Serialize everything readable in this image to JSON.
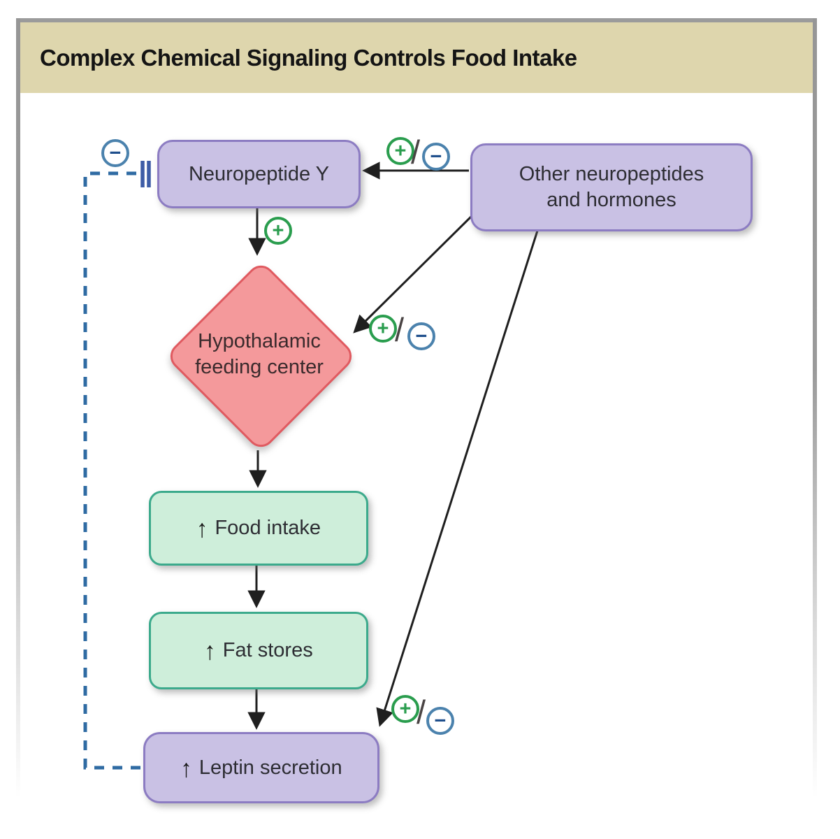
{
  "title": "Complex Chemical Signaling Controls Food Intake",
  "symbols": {
    "plus": "+",
    "minus": "−",
    "slash": "/",
    "up_arrow": "↑"
  },
  "nodes": {
    "neuropeptide_y": {
      "label": "Neuropeptide Y"
    },
    "other_neuropeptides": {
      "label_line1": "Other neuropeptides",
      "label_line2": "and hormones"
    },
    "hypothalamic_feeding_center": {
      "label_line1": "Hypothalamic",
      "label_line2": "feeding center"
    },
    "food_intake": {
      "label": "Food intake"
    },
    "fat_stores": {
      "label": "Fat stores"
    },
    "leptin_secretion": {
      "label": "Leptin secretion"
    }
  },
  "edges": [
    {
      "from": "other_neuropeptides",
      "to": "neuropeptide_y",
      "sign": "+/-",
      "style": "solid-arrow"
    },
    {
      "from": "neuropeptide_y",
      "to": "hypothalamic_feeding_center",
      "sign": "+",
      "style": "solid-arrow"
    },
    {
      "from": "other_neuropeptides",
      "to": "hypothalamic_feeding_center",
      "sign": "+/-",
      "style": "solid-arrow"
    },
    {
      "from": "hypothalamic_feeding_center",
      "to": "food_intake",
      "sign": "",
      "style": "solid-arrow"
    },
    {
      "from": "food_intake",
      "to": "fat_stores",
      "sign": "",
      "style": "solid-arrow"
    },
    {
      "from": "fat_stores",
      "to": "leptin_secretion",
      "sign": "",
      "style": "solid-arrow"
    },
    {
      "from": "other_neuropeptides",
      "to": "leptin_secretion",
      "sign": "+/-",
      "style": "solid-arrow"
    },
    {
      "from": "leptin_secretion",
      "to": "neuropeptide_y",
      "sign": "-",
      "style": "dashed-inhibition"
    }
  ],
  "colors": {
    "title_bar_bg": "#ded6ad",
    "frame_gray": "#9b9b9b",
    "purple_fill": "#c9c1e4",
    "purple_border": "#8c7cc2",
    "red_fill": "#f4999b",
    "red_border": "#e05a60",
    "green_fill": "#ceeeda",
    "green_border": "#3caa8c",
    "plus_green": "#2a9d4e",
    "minus_blue": "#1e4e8c",
    "feedback_dash_blue": "#2f6ba3",
    "arrow_black": "#1f1f1f"
  }
}
